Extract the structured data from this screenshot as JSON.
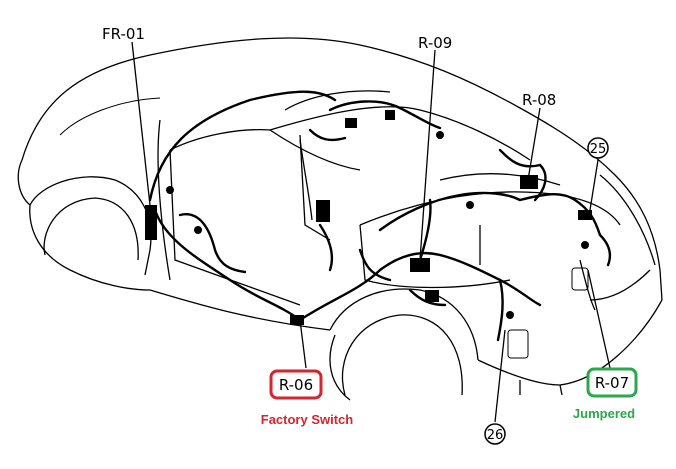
{
  "labels": {
    "fr01": "FR-01",
    "r09": "R-09",
    "r08": "R-08",
    "r06": "R-06",
    "r07": "R-07"
  },
  "circled": {
    "c25": "25",
    "c26": "26"
  },
  "notes": {
    "r06": "Factory Switch",
    "r07": "Jumpered"
  },
  "colors": {
    "r06_accent": "#d22630",
    "r07_accent": "#2aa84a"
  }
}
